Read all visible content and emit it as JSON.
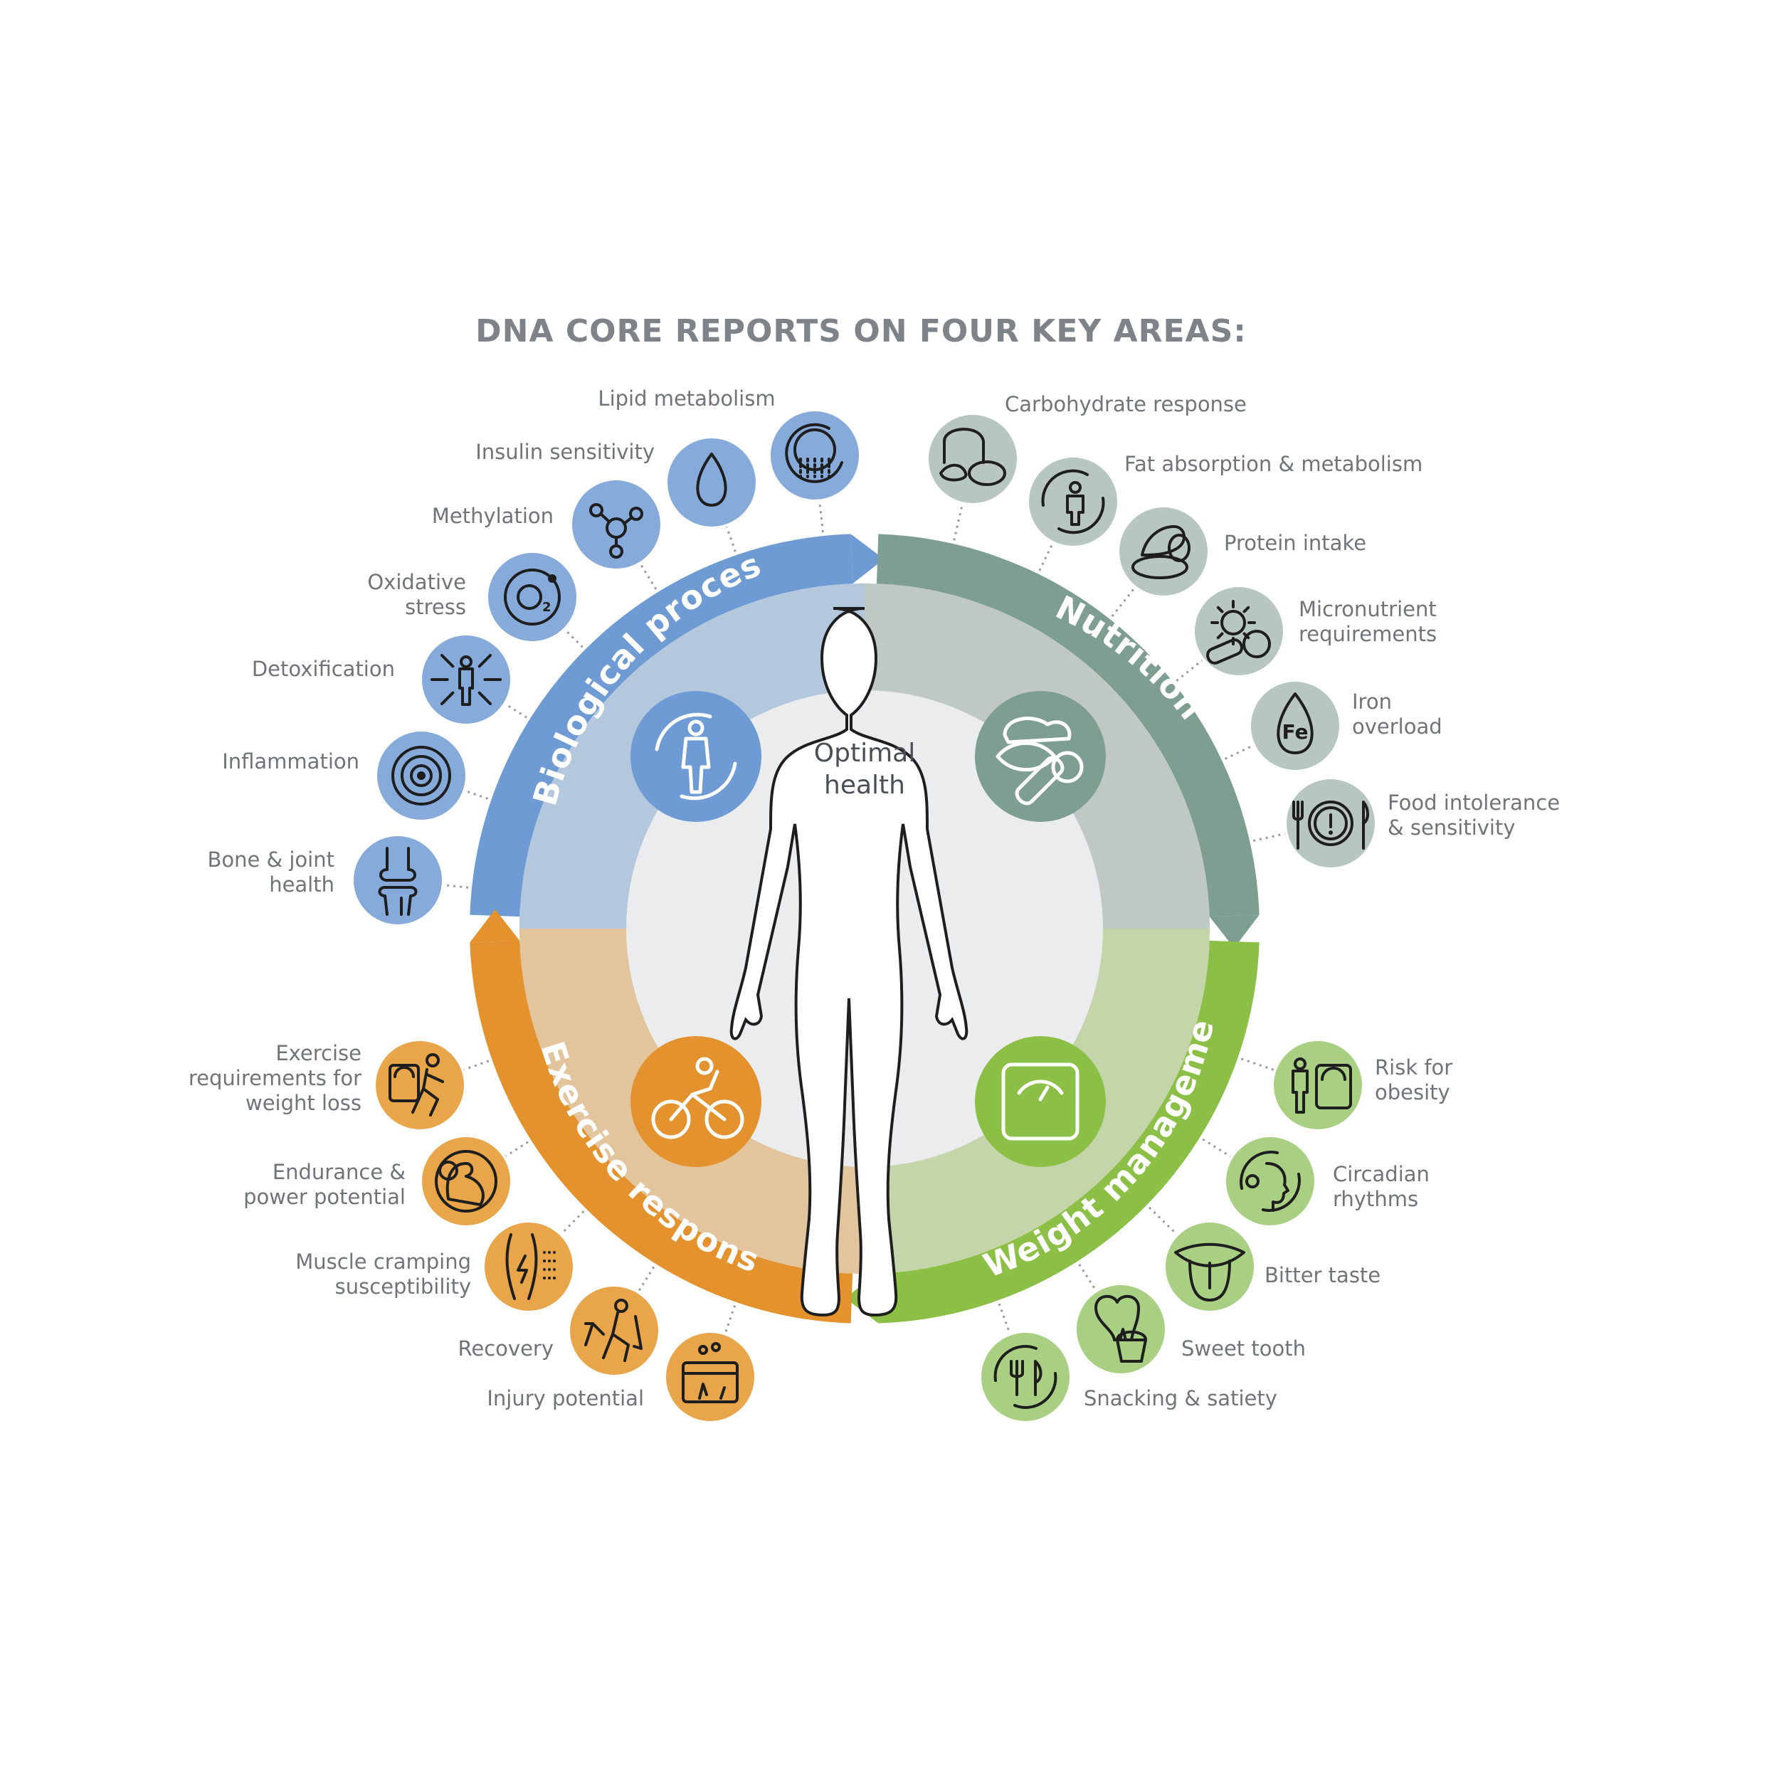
{
  "title": "DNA CORE REPORTS ON FOUR KEY AREAS:",
  "center": {
    "line1": "Optimal",
    "line2": "health"
  },
  "colors": {
    "biological": "#6e9bd3",
    "biological_icon": "#86abdb",
    "biological_quad": "#b3c7dd",
    "nutrition": "#7f9e92",
    "nutrition_icon": "#b8c6c1",
    "nutrition_quad": "#bfc8c4",
    "weight": "#8cbf45",
    "weight_icon": "#a9d082",
    "weight_quad": "#c4d6a9",
    "exercise": "#e3922d",
    "exercise_icon": "#e8a54a",
    "exercise_quad": "#e2c59d",
    "inner": "#ebeced"
  },
  "areas": {
    "biological": {
      "label": "Biological processes",
      "icon": "body-cycle-icon",
      "items": [
        {
          "label": "Lipid metabolism",
          "icon": "lipid-icon"
        },
        {
          "label": "Insulin sensitivity",
          "icon": "drop-icon"
        },
        {
          "label": "Methylation",
          "icon": "molecule-icon"
        },
        {
          "label": [
            "Oxidative",
            "stress"
          ],
          "icon": "oxygen-icon"
        },
        {
          "label": "Detoxification",
          "icon": "detox-icon"
        },
        {
          "label": "Inflammation",
          "icon": "target-icon"
        },
        {
          "label": [
            "Bone & joint",
            "health"
          ],
          "icon": "joint-icon"
        }
      ]
    },
    "nutrition": {
      "label": "Nutrition",
      "icon": "food-icon",
      "items": [
        {
          "label": "Carbohydrate response",
          "icon": "bread-icon"
        },
        {
          "label": "Fat absorption & metabolism",
          "icon": "fat-cycle-icon"
        },
        {
          "label": "Protein intake",
          "icon": "protein-icon"
        },
        {
          "label": [
            "Micronutrient",
            "requirements"
          ],
          "icon": "sun-pill-icon"
        },
        {
          "label": [
            "Iron",
            "overload"
          ],
          "icon": "iron-drop-icon",
          "glyph_text": "Fe"
        },
        {
          "label": [
            "Food intolerance",
            "& sensitivity"
          ],
          "icon": "plate-alert-icon"
        }
      ]
    },
    "weight": {
      "label": "Weight management",
      "icon": "scale-icon",
      "items": [
        {
          "label": [
            "Risk for",
            "obesity"
          ],
          "icon": "body-scale-icon"
        },
        {
          "label": [
            "Circadian",
            "rhythms"
          ],
          "icon": "circadian-icon"
        },
        {
          "label": "Bitter taste",
          "icon": "tongue-icon"
        },
        {
          "label": "Sweet tooth",
          "icon": "tooth-icon"
        },
        {
          "label": "Snacking & satiety",
          "icon": "cutlery-cycle-icon"
        }
      ]
    },
    "exercise": {
      "label": "Exercise response",
      "icon": "cyclist-icon",
      "items": [
        {
          "label": [
            "Exercise",
            "requirements for",
            "weight loss"
          ],
          "icon": "runner-scale-icon"
        },
        {
          "label": [
            "Endurance &",
            "power potential"
          ],
          "icon": "muscle-icon"
        },
        {
          "label": [
            "Muscle cramping",
            "susceptibility"
          ],
          "icon": "cramp-icon"
        },
        {
          "label": "Recovery",
          "icon": "recovery-icon"
        },
        {
          "label": "Injury potential",
          "icon": "injury-icon"
        }
      ]
    }
  }
}
